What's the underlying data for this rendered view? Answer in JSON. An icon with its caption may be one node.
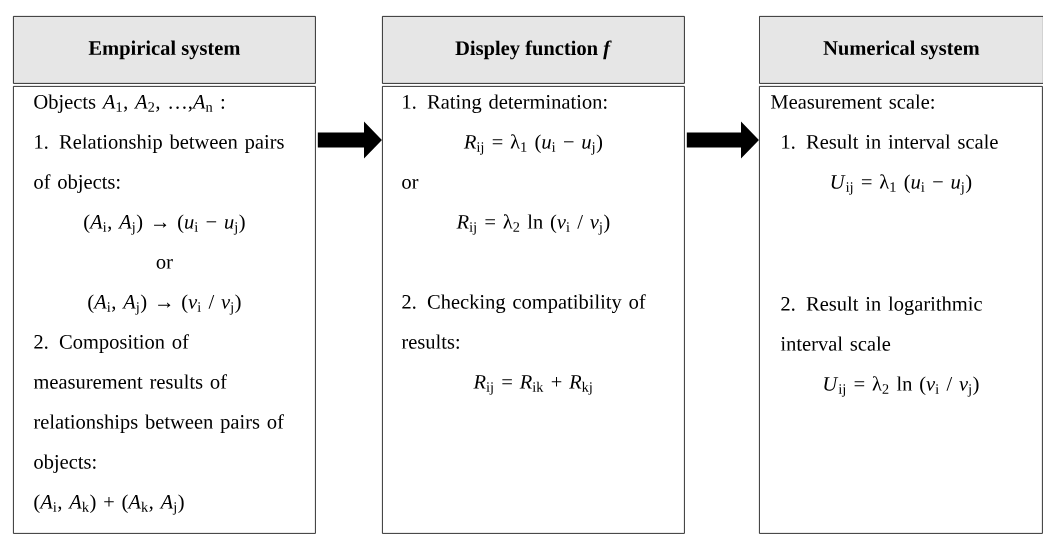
{
  "diagram": {
    "nodes": [
      {
        "text": [
          "Empirical system"
        ]
      },
      {
        "text": [
          "Objects *A*$_{1}$, *A*$_{2}$, …,*A*$_{n}$ :",
          "1. Relationship between pairs of objects:",
          "(*A*$_{i}$, *A*$_{j}$) → (*u*$_{i}$ − *u*$_{j}$)",
          "or",
          "(*A*$_{i}$, *A*$_{j}$) → (*v*$_{i}$ / *v*$_{j}$)",
          "2. Composition of measurement results of relationships between pairs of objects:",
          "(*A*$_{i}$, *A*$_{k}$) + (*A*$_{k}$, *A*$_{j}$)"
        ]
      },
      {
        "text": [
          "Displey function *f*"
        ]
      },
      {
        "text": [
          "1. Rating determination:",
          "*R*$_{ij}$ = λ$_{1}$ (*u*$_{i}$ − *u*$_{j}$)",
          "or",
          "*R*$_{ij}$ = λ$_{2}$ ln (*v*$_{i}$ / *v*$_{j}$)",
          "2. Checking compatibility of results:",
          "*R*$_{ij}$ = *R*$_{ik}$ + *R*$_{kj}$"
        ]
      },
      {
        "text": [
          "Numerical system"
        ]
      },
      {
        "text": [
          "Measurement scale:",
          "1. Result in interval scale",
          "*U*$_{ij}$ = λ$_{1}$ (*u*$_{i}$ − *u*$_{j}$)",
          "2. Result in logarithmic interval scale",
          "*U*$_{ij}$ = λ$_{2}$ ln (*v*$_{i}$ / *v*$_{j}$)"
        ]
      }
    ],
    "edges": [
      {
        "from": 1,
        "to": 3,
        "arrow": "to"
      },
      {
        "from": 3,
        "to": 5,
        "arrow": "to"
      }
    ]
  }
}
